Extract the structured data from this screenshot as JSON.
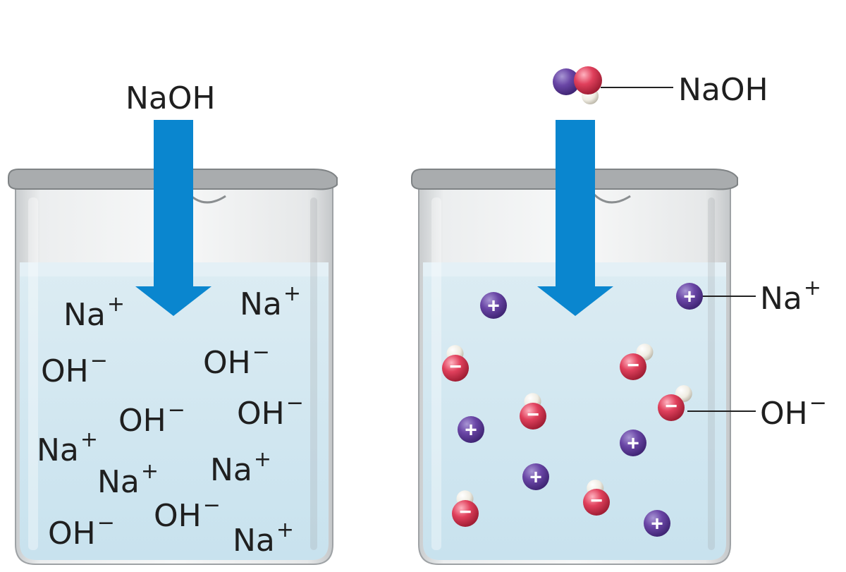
{
  "left_panel": {
    "compound_label": "NaOH",
    "ions": [
      {
        "base": "Na",
        "charge": "+"
      },
      {
        "base": "Na",
        "charge": "+"
      },
      {
        "base": "OH",
        "charge": "−"
      },
      {
        "base": "OH",
        "charge": "−"
      },
      {
        "base": "OH",
        "charge": "−"
      },
      {
        "base": "OH",
        "charge": "−"
      },
      {
        "base": "Na",
        "charge": "+"
      },
      {
        "base": "Na",
        "charge": "+"
      },
      {
        "base": "Na",
        "charge": "+"
      },
      {
        "base": "OH",
        "charge": "−"
      },
      {
        "base": "OH",
        "charge": "−"
      },
      {
        "base": "Na",
        "charge": "+"
      }
    ]
  },
  "right_panel": {
    "compound_label": "NaOH",
    "na_label": {
      "base": "Na",
      "charge": "+"
    },
    "oh_label": {
      "base": "OH",
      "charge": "−"
    },
    "plus_sign": "+",
    "minus_sign": "−"
  },
  "colors": {
    "arrow": "#0a86cf",
    "water": "#cfe6f0",
    "sodium": "#5b3b93",
    "oxygen": "#d8324d",
    "hydrogen": "#f1efe8",
    "glass_rim": "#8d8d8d"
  }
}
